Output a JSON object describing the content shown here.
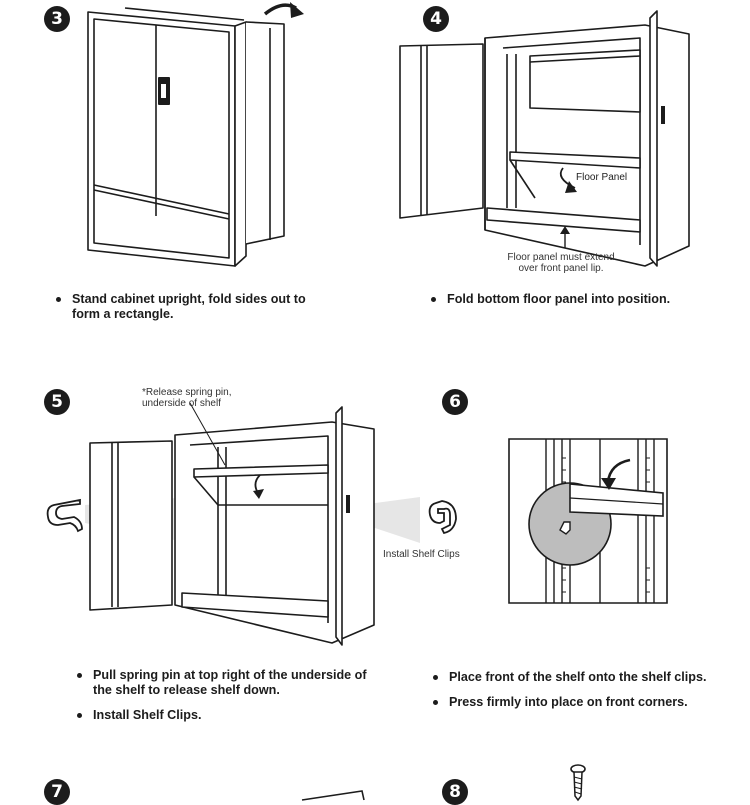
{
  "steps": [
    {
      "number": "3",
      "bullets": [
        "Stand cabinet upright, fold sides out to form a rectangle."
      ]
    },
    {
      "number": "4",
      "bullets": [
        "Fold bottom floor panel into position."
      ],
      "label_floor_panel": "Floor Panel",
      "note": "Floor panel must extend over front panel lip."
    },
    {
      "number": "5",
      "bullets": [
        "Pull spring pin at top right of the underside of the shelf to release shelf down.",
        "Install Shelf Clips."
      ],
      "note": "*Release spring pin, underside of shelf",
      "label_clips": "Install Shelf Clips"
    },
    {
      "number": "6",
      "bullets": [
        "Place front of the shelf onto the shelf clips.",
        "Press firmly into place on front corners."
      ]
    },
    {
      "number": "7",
      "bullets": []
    },
    {
      "number": "8",
      "bullets": []
    }
  ],
  "icons": {
    "rotate_arrow": "curved-arrow-icon",
    "shelf_clip": "shelf-clip-icon",
    "screw": "screw-icon",
    "lock": "cabinet-lock-icon"
  },
  "colors": {
    "ink": "#1c1c1c",
    "callout": "#bdbdbd",
    "beam": "#e6e6e6"
  }
}
